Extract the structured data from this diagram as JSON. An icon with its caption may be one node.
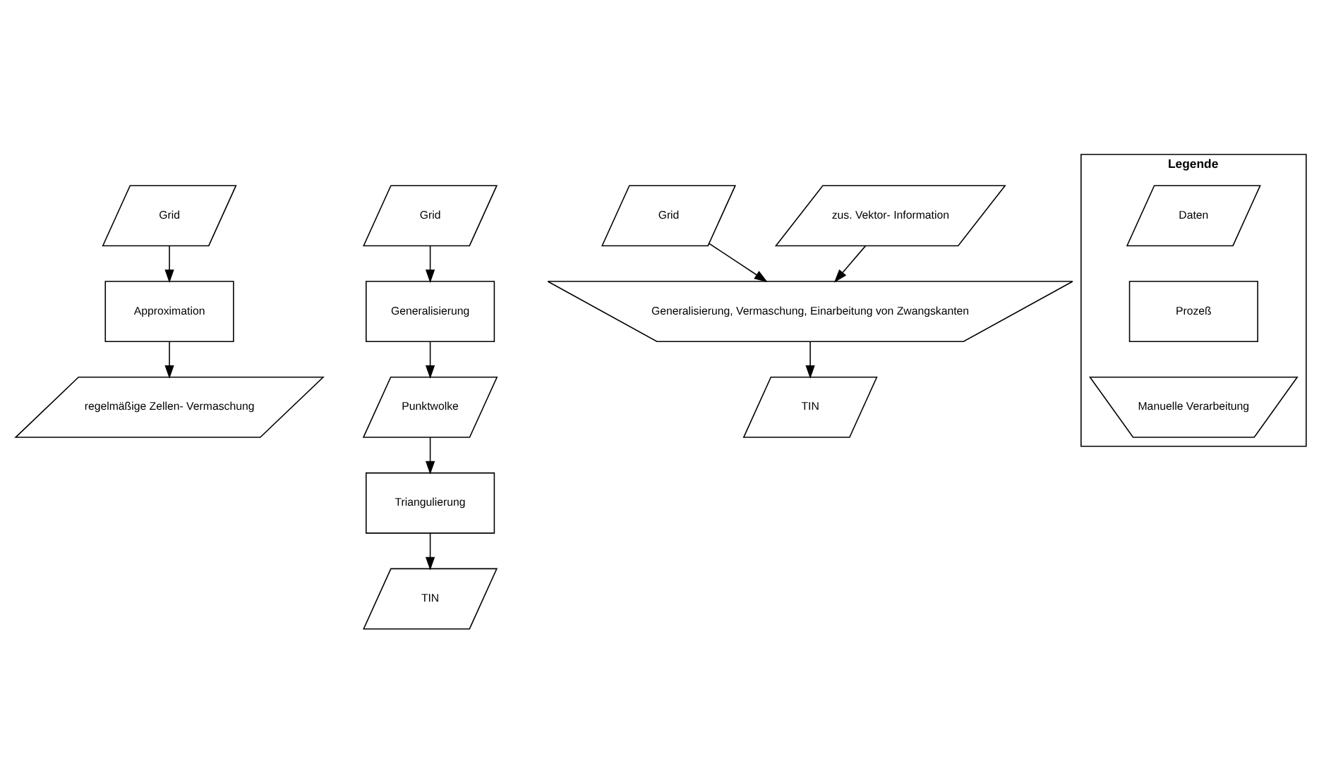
{
  "diagram": {
    "nodes": [
      {
        "text": [
          "Grid"
        ]
      },
      {
        "text": [
          "Approximation"
        ]
      },
      {
        "text": [
          "regelmäßige Zellen- Vermaschung"
        ]
      },
      {
        "text": [
          "Grid"
        ]
      },
      {
        "text": [
          "Generalisierung"
        ]
      },
      {
        "text": [
          "Punktwolke"
        ]
      },
      {
        "text": [
          "Triangulierung"
        ]
      },
      {
        "text": [
          "TIN"
        ]
      },
      {
        "text": [
          "Grid"
        ]
      },
      {
        "text": [
          "zus. Vektor- Information"
        ]
      },
      {
        "text": [
          "Generalisierung, Vermaschung, Einarbeitung von Zwangskanten"
        ]
      },
      {
        "text": [
          "TIN"
        ]
      },
      {
        "text": [
          "Legende"
        ]
      },
      {
        "text": [
          "Daten"
        ],
        "in": 12
      },
      {
        "text": [
          "Prozeß"
        ],
        "in": 12
      },
      {
        "text": [
          "Manuelle Verarbeitung"
        ],
        "in": 12
      }
    ],
    "edges": [
      {
        "from": 0,
        "to": 1,
        "arrow": "to"
      },
      {
        "from": 1,
        "to": 2,
        "arrow": "to"
      },
      {
        "from": 3,
        "to": 4,
        "arrow": "to"
      },
      {
        "from": 4,
        "to": 5,
        "arrow": "to"
      },
      {
        "from": 5,
        "to": 6,
        "arrow": "to"
      },
      {
        "from": 6,
        "to": 7,
        "arrow": "to"
      },
      {
        "from": 8,
        "to": 10,
        "arrow": "to"
      },
      {
        "from": 9,
        "to": 10,
        "arrow": "to"
      },
      {
        "from": 10,
        "to": 11,
        "arrow": "to"
      }
    ]
  }
}
